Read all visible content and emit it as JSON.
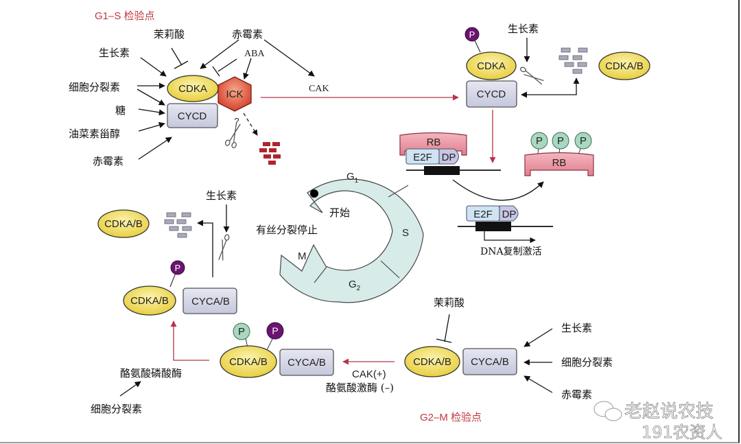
{
  "title": "植物细胞周期调控示意图",
  "colors": {
    "cdk_fill": "#f3e27a",
    "cyc_fill": "#d7d8e8",
    "ick_fill": "#e0543c",
    "p_purple": "#6a1470",
    "p_green": "#a8d8c0",
    "rb_fill": "#ec9aa6",
    "e2f_fill": "#cfe3f3",
    "dp_fill": "#c9c6e3",
    "cycle_fill": "#d7ebe9",
    "red_arrow": "#b8344a",
    "checkpoint_text": "#c0393f",
    "degraded_red": "#b0242e",
    "degraded_gray": "#a9a9c0"
  },
  "checkpoints": {
    "g1s": "G1–S 检验点",
    "g2m": "G2–M 检验点"
  },
  "g1s_panel": {
    "cdk": "CDKA",
    "cyclin": "CYCD",
    "inhibitor": "ICK",
    "question": "?",
    "inputs_left": [
      "生长素",
      "细胞分裂素",
      "糖",
      "油菜素甾醇",
      "赤霉素"
    ],
    "inhibitor_top": "茉莉酸",
    "gibberellin_top": "赤霉素",
    "aba": "ABA",
    "cak": "CAK"
  },
  "g1s_active": {
    "phospho": "P",
    "cdk": "CDKA",
    "cyclin": "CYCD",
    "auxin": "生长素",
    "free_cdk": "CDKA/B"
  },
  "rb_module": {
    "rb": "RB",
    "e2f": "E2F",
    "dp": "DP",
    "phospho": [
      "P",
      "P",
      "P"
    ],
    "rb_free": "RB",
    "e2f_free": "E2F",
    "dp_free": "DP",
    "dna_activation": "DNA复制激活"
  },
  "cell_cycle": {
    "phases": [
      "G1",
      "S",
      "G2",
      "M"
    ],
    "start": "开始",
    "mitosis_stop": "有丝分裂停止"
  },
  "mitosis_exit": {
    "free_cdk": "CDKA/B",
    "auxin": "生长素",
    "phospho": "P",
    "cdk": "CDKA/B",
    "cyclin": "CYCA/B"
  },
  "g2m_active": {
    "phospho_green": "P",
    "phospho_purple": "P",
    "cdk": "CDKA/B",
    "cyclin": "CYCA/B",
    "phosphatase": "酪氨酸磷酸酶",
    "phosphatase_input": "细胞分裂素",
    "cak_plus": "CAK(+)",
    "kinase_minus": "酪氨酸激酶 (–)"
  },
  "g2m_panel": {
    "cdk": "CDKA/B",
    "cyclin": "CYCA/B",
    "inhibitor_top": "茉莉酸",
    "inputs_right": [
      "生长素",
      "细胞分裂素",
      "赤霉素"
    ]
  },
  "watermark": {
    "line1": "老赵说农技",
    "line2": "191农资人"
  }
}
